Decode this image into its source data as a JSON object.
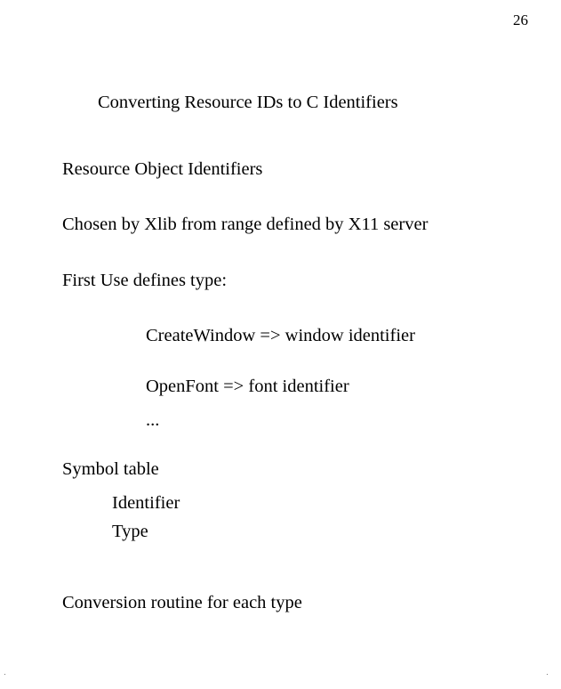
{
  "page_number": "26",
  "title": "Converting Resource IDs to C Identifiers",
  "lines": [
    "Resource Object Identifiers",
    "Chosen by Xlib from range defined by X11 server",
    "First Use defines type:"
  ],
  "examples": [
    "CreateWindow => window identifier",
    "OpenFont => font identifier",
    "..."
  ],
  "symbol_table": {
    "heading": "Symbol table",
    "items": [
      "Identifier",
      "Type"
    ]
  },
  "conversion": "Conversion routine for each type"
}
